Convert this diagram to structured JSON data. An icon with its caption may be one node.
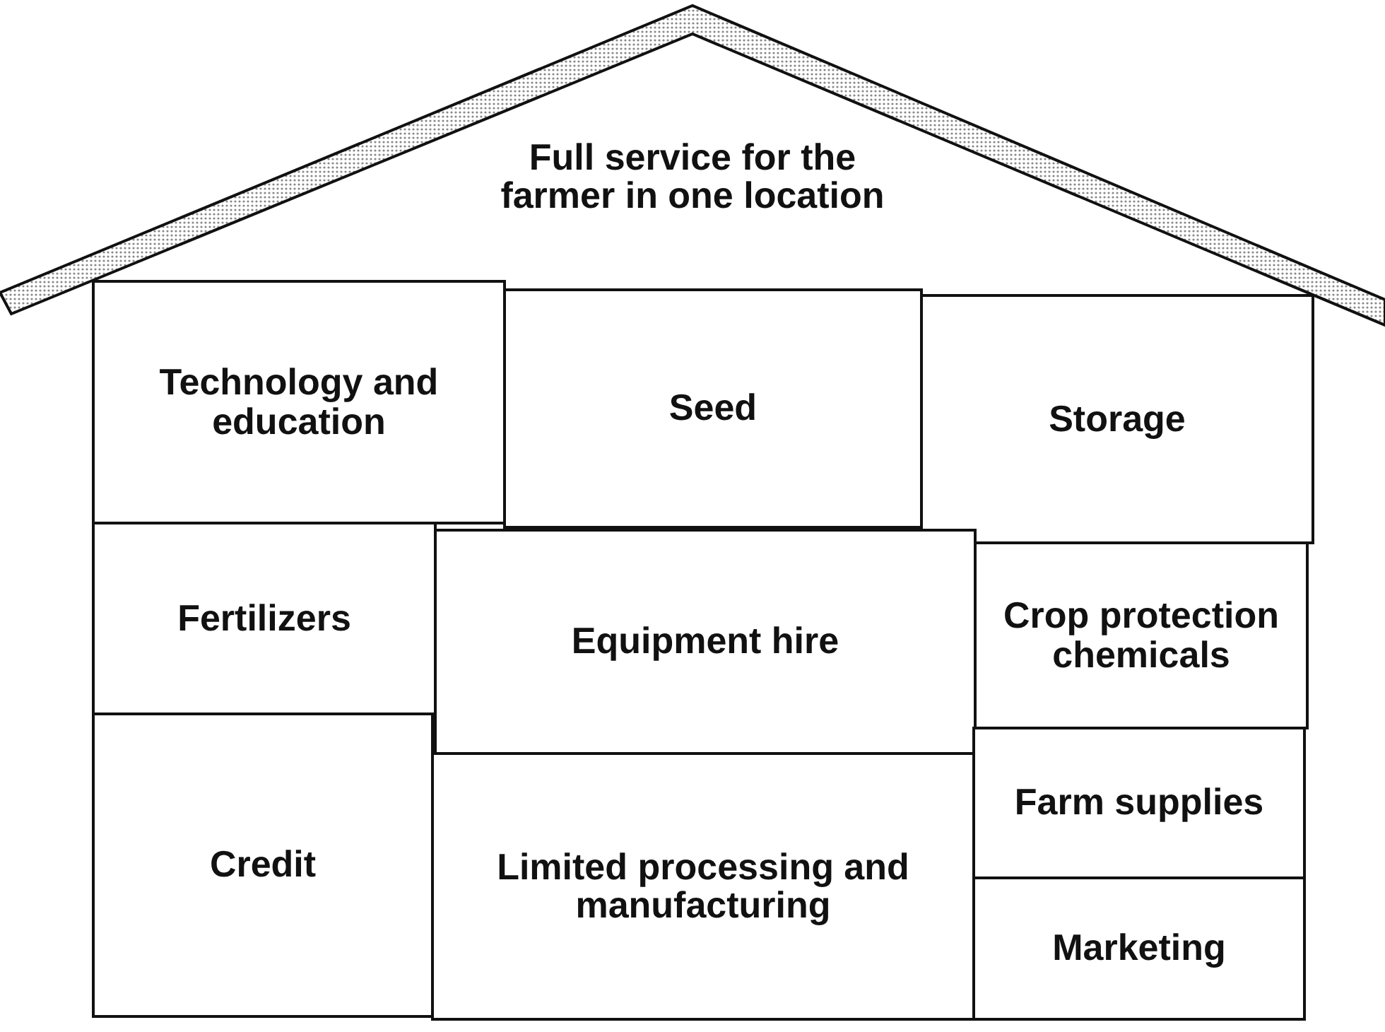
{
  "diagram": {
    "nodes": [
      {
        "text": [
          "Full service for the farmer in one location"
        ]
      },
      {
        "text": [
          "Technology and education"
        ]
      },
      {
        "text": [
          "Seed"
        ]
      },
      {
        "text": [
          "Storage"
        ]
      },
      {
        "text": [
          "Fertilizers"
        ]
      },
      {
        "text": [
          "Equipment hire"
        ]
      },
      {
        "text": [
          "Crop protection chemicals"
        ]
      },
      {
        "text": [
          "Credit"
        ]
      },
      {
        "text": [
          "Limited processing and manufacturing"
        ]
      },
      {
        "text": [
          "Farm supplies"
        ]
      },
      {
        "text": [
          "Marketing"
        ]
      }
    ]
  }
}
